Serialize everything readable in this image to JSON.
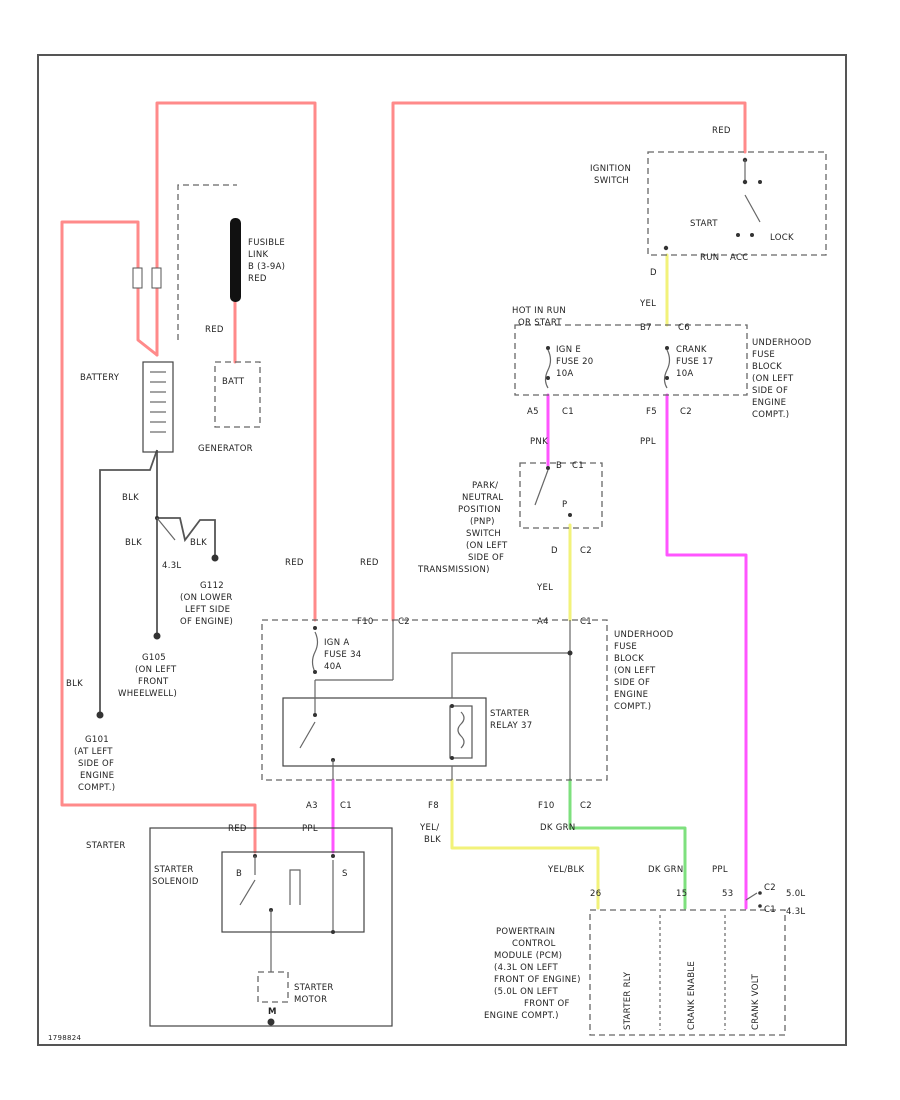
{
  "colors": {
    "red": "#ff8a8a",
    "pink": "#ff55ff",
    "yellow": "#f2f27a",
    "green": "#7ee07e",
    "black": "#555555"
  },
  "ignition": {
    "label_line1": "IGNITION",
    "label_line2": "SWITCH",
    "start": "START",
    "run": "RUN",
    "lock": "LOCK",
    "acc": "ACC",
    "pin": "D",
    "wire_top": "RED",
    "wire_bottom": "YEL"
  },
  "hot_in_run": {
    "line1": "HOT IN RUN",
    "line2": "OR START"
  },
  "fuse_block_top": {
    "fuse_left": {
      "line1": "IGN E",
      "line2": "FUSE 20",
      "line3": "10A"
    },
    "fuse_right": {
      "line1": "CRANK",
      "line2": "FUSE 17",
      "line3": "10A"
    },
    "pins_top": "B7",
    "pin_top_right": "C6",
    "pin_bl": "A5",
    "conn_bl": "C1",
    "pin_br": "F5",
    "conn_br": "C2",
    "label": [
      "UNDERHOOD",
      "FUSE",
      "BLOCK",
      "(ON LEFT",
      "SIDE OF",
      "ENGINE",
      "COMPT.)"
    ]
  },
  "pnp_switch": {
    "label": [
      "PARK/",
      "NEUTRAL",
      "POSITION",
      "(PNP)",
      "SWITCH",
      "(ON LEFT",
      "SIDE OF",
      "TRANSMISSION)"
    ],
    "pins_top": "B",
    "conn_top": "C1",
    "park": "P",
    "pin_bottom": "D",
    "conn_bottom": "C2",
    "wire_in": "PNK",
    "wire_out": "YEL"
  },
  "battery": {
    "label": "BATTERY",
    "wire_gnd": "BLK"
  },
  "fusible_link": {
    "label": [
      "FUSIBLE",
      "LINK",
      "B (3-9A)",
      "RED"
    ],
    "wire": "RED"
  },
  "generator": {
    "label": "GENERATOR",
    "terminal": "BATT"
  },
  "grounds": {
    "blk1": "BLK",
    "blk2": "BLK",
    "blk3": "BLK",
    "engine_note": "4.3L",
    "g112": [
      "G112",
      "(ON LOWER",
      "LEFT SIDE",
      "OF ENGINE)"
    ],
    "g105": [
      "G105",
      "(ON LEFT",
      "FRONT",
      "WHEELWELL)"
    ],
    "g101": [
      "G101",
      "(AT LEFT",
      "SIDE OF",
      "ENGINE",
      "COMPT.)"
    ],
    "blk_left": "BLK"
  },
  "fuse_block_bottom": {
    "fuse": {
      "line1": "IGN A",
      "line2": "FUSE 34",
      "line3": "40A"
    },
    "relay_label": [
      "STARTER",
      "RELAY 37"
    ],
    "label": [
      "UNDERHOOD",
      "FUSE",
      "BLOCK",
      "(ON LEFT",
      "SIDE OF",
      "ENGINE",
      "COMPT.)"
    ],
    "pin_top_left": "F10",
    "conn_top_left": "C2",
    "pin_top_right": "A4",
    "conn_top_right": "C1",
    "pin_bl": "A3",
    "conn_bl": "C1",
    "pin_bm": "F8",
    "pin_br": "F10",
    "conn_br": "C2",
    "wire_red_left": "RED",
    "wire_red_right": "RED",
    "wire_yel": "YEL"
  },
  "starter": {
    "label": "STARTER",
    "solenoid": [
      "STARTER",
      "SOLENOID"
    ],
    "motor": [
      "STARTER",
      "MOTOR"
    ],
    "term_left": "B",
    "term_right": "S",
    "motor_symbol": "M",
    "wire_red": "RED",
    "wire_ppl": "PPL"
  },
  "pcm": {
    "label": [
      "POWERTRAIN",
      "CONTROL",
      "MODULE (PCM)",
      "(4.3L ON LEFT",
      "FRONT OF ENGINE)",
      "(5.0L ON LEFT",
      "FRONT OF",
      "ENGINE COMPT.)"
    ],
    "col1": "STARTER RLY",
    "col2": "CRANK ENABLE",
    "col3": "CRANK VOLT",
    "pin1": "26",
    "pin2": "15",
    "pin3": "53",
    "w1": "YEL/BLK",
    "w2": "DK GRN",
    "w3": "PPL",
    "conn": "C2",
    "conn_alt": "C1",
    "eng1": "5.0L",
    "eng2": "4.3L"
  },
  "wire_labels": {
    "yel_blk_1": "YEL/",
    "yel_blk_2": "BLK",
    "dk_grn": "DK GRN",
    "ppl": "PPL",
    "pnk": "PNK"
  },
  "footer_code": "1798824"
}
